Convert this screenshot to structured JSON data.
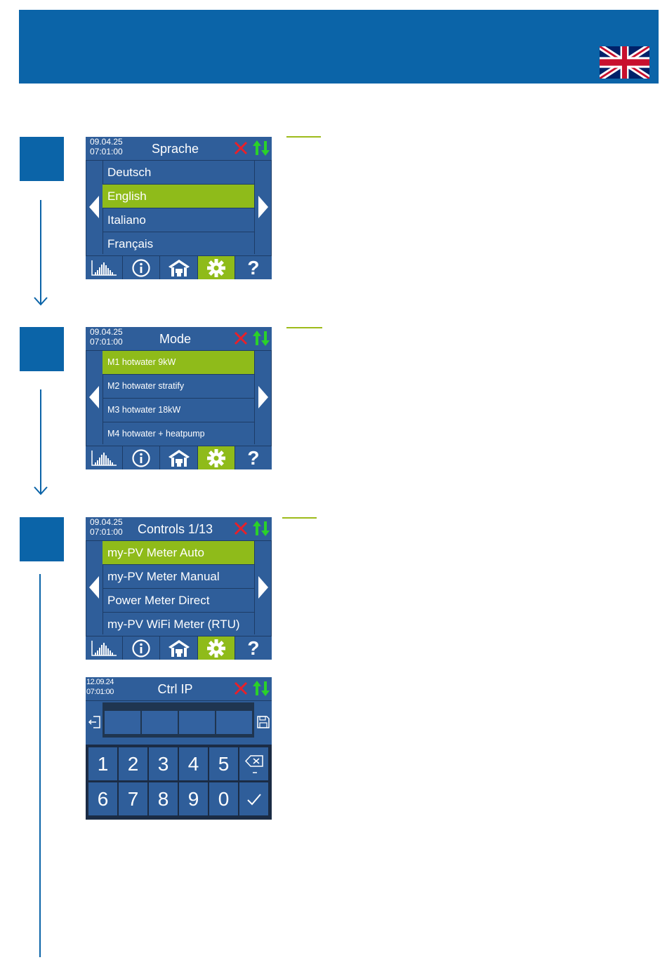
{
  "banner": {
    "flag_icon": "uk-flag-icon",
    "color": "#0b64a8"
  },
  "accent_color": "#9dbb1a",
  "highlight_color": "#8fbb1a",
  "screen1": {
    "date": "09.04.25",
    "time": "07:01:00",
    "title": "Sprache",
    "items": [
      "Deutsch",
      "English",
      "Italiano",
      "Français"
    ],
    "selected_index": 1
  },
  "screen2": {
    "date": "09.04.25",
    "time": "07:01:00",
    "title": "Mode",
    "items": [
      "M1 hotwater 9kW",
      "M2 hotwater stratify",
      "M3 hotwater 18kW",
      "M4 hotwater + heatpump"
    ],
    "selected_index": 0
  },
  "screen3": {
    "date": "09.04.25",
    "time": "07:01:00",
    "title": "Controls 1/13",
    "items": [
      "my-PV Meter Auto",
      "my-PV Meter Manual",
      "Power Meter Direct",
      "my-PV WiFi Meter (RTU)"
    ],
    "selected_index": 0
  },
  "screen4": {
    "date": "12.09.24",
    "time": "07:01:00",
    "title": "Ctrl IP",
    "keys_row1": [
      "1",
      "2",
      "3",
      "4",
      "5"
    ],
    "keys_row2": [
      "6",
      "7",
      "8",
      "9",
      "0"
    ]
  },
  "toolbar_icons": [
    "chart-icon",
    "info-icon",
    "home-icon",
    "settings-icon",
    "help-icon"
  ],
  "toolbar_help_label": "?"
}
